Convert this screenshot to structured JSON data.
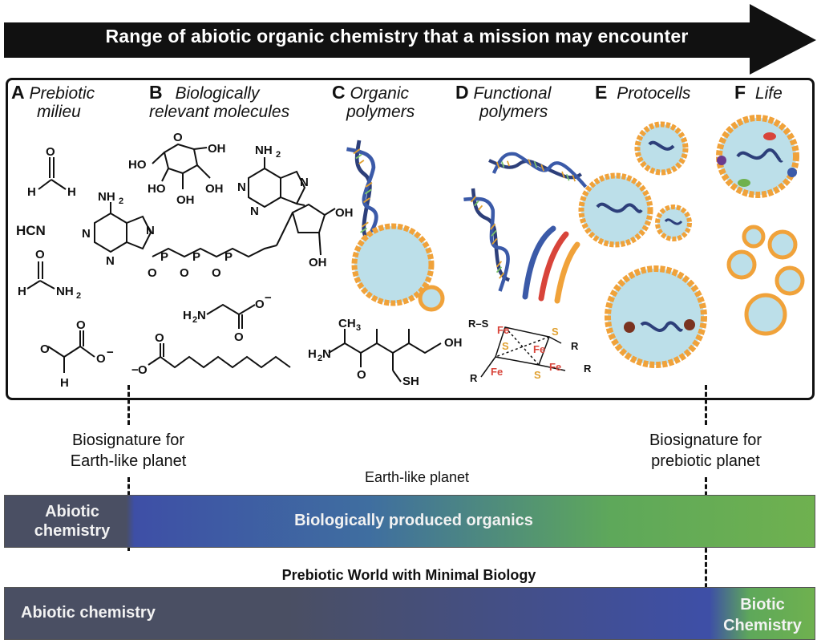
{
  "title": "Range of abiotic organic chemistry that a mission may encounter",
  "columns": [
    {
      "letter": "A",
      "line1": "Prebiotic",
      "line2": "milieu"
    },
    {
      "letter": "B",
      "line1": "Biologically",
      "line2": "relevant molecules"
    },
    {
      "letter": "C",
      "line1": "Organic",
      "line2": "polymers"
    },
    {
      "letter": "D",
      "line1": "Functional",
      "line2": "polymers"
    },
    {
      "letter": "E",
      "line1": "Protocells",
      "line2": ""
    },
    {
      "letter": "F",
      "line1": "Life",
      "line2": ""
    }
  ],
  "molecule_labels": {
    "hcn": "HCN",
    "nh2": "NH",
    "sub2": "2",
    "h": "H",
    "o": "O",
    "oh": "OH",
    "ho": "HO",
    "n": "N",
    "ominus": "O",
    "minus": "−",
    "p": "P",
    "ch3": "CH",
    "sub3": "3",
    "sh": "SH",
    "fe": "Fe",
    "s": "S",
    "r": "R",
    "rs": "R–S"
  },
  "biosignatures": {
    "earth": {
      "line1": "Biosignature for",
      "line2": "Earth-like planet"
    },
    "prebiotic": {
      "line1": "Biosignature for",
      "line2": "prebiotic planet"
    }
  },
  "scenarios": {
    "earth_like": {
      "label": "Earth-like planet",
      "left_line1": "Abiotic",
      "left_line2": "chemistry",
      "main": "Biologically produced organics"
    },
    "prebiotic": {
      "label": "Prebiotic World with Minimal Biology",
      "main": "Abiotic chemistry",
      "right_line1": "Biotic",
      "right_line2": "Chemistry"
    }
  },
  "colors": {
    "arrow": "#111111",
    "abiotic": "#4a4f63",
    "biotic_blue": "#3e4fa6",
    "biotic_green": "#6fb14f",
    "membrane": "#f0a23a",
    "cell_fill": "#bcdfe9",
    "dna": "#2d3f7a"
  }
}
